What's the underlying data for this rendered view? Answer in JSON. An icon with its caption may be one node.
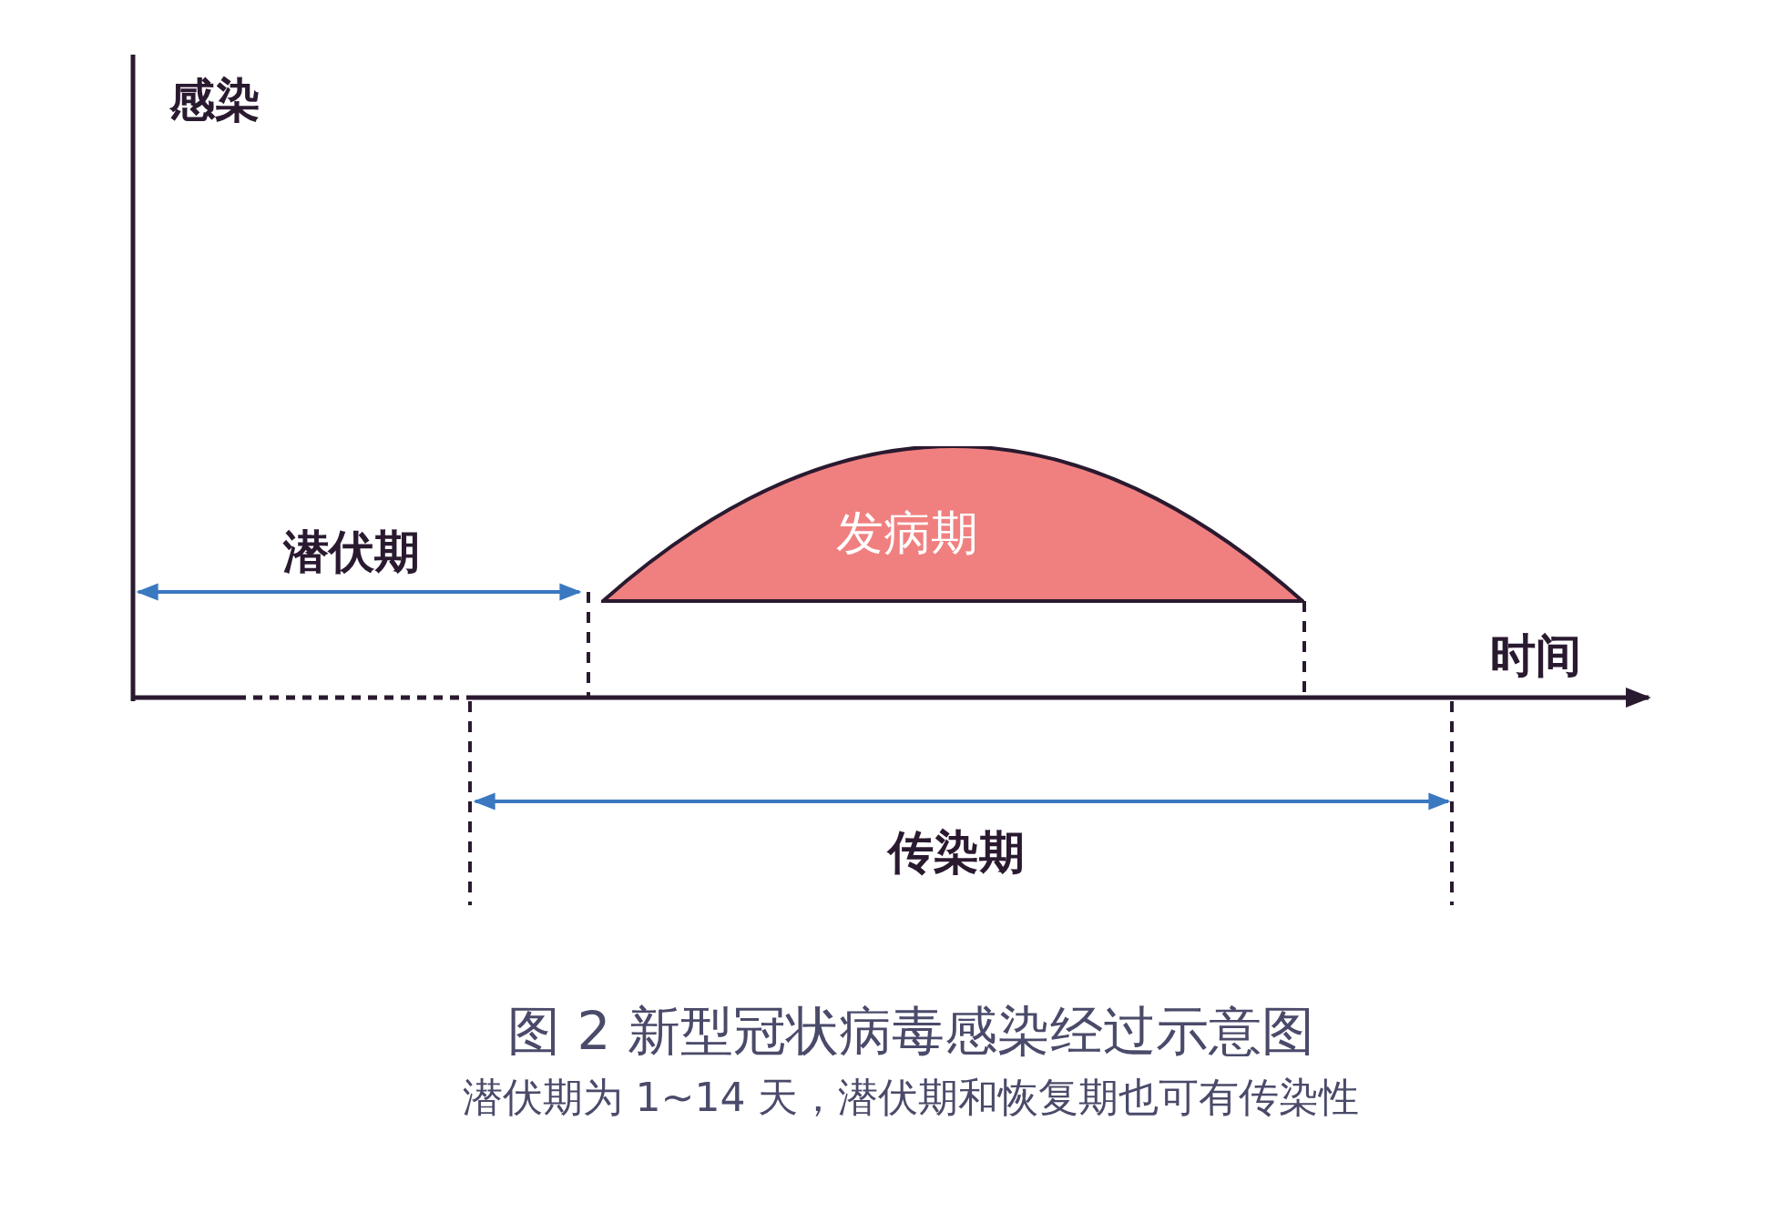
{
  "diagram": {
    "title": "图 2 新型冠状病毒感染经过示意图",
    "caption": "潜伏期为 1~14 天，潜伏期和恢复期也可有传染性",
    "nodes": [
      {
        "text": [
          "发病期"
        ]
      }
    ],
    "labels": [
      "感染",
      "潜伏期",
      "时间",
      "传染期"
    ]
  }
}
